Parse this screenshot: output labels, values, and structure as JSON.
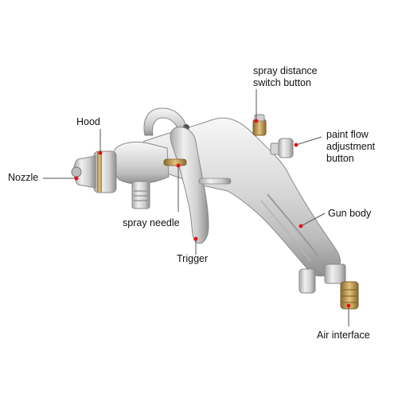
{
  "colors": {
    "body_light": "#f2f2f2",
    "body_mid": "#cfcfcf",
    "body_dark": "#8e8e8e",
    "brass": "#c9a35a",
    "leader_line": "#555555",
    "leader_dot": "#e01010"
  },
  "labels": {
    "spray_distance": [
      "spray distance",
      "switch button"
    ],
    "hood": "Hood",
    "paint_flow": [
      "paint flow",
      "adjustment",
      "button"
    ],
    "nozzle": "Nozzle",
    "gun_body": "Gun body",
    "spray_needle": "spray needle",
    "trigger": "Trigger",
    "air_interface": "Air interface"
  }
}
